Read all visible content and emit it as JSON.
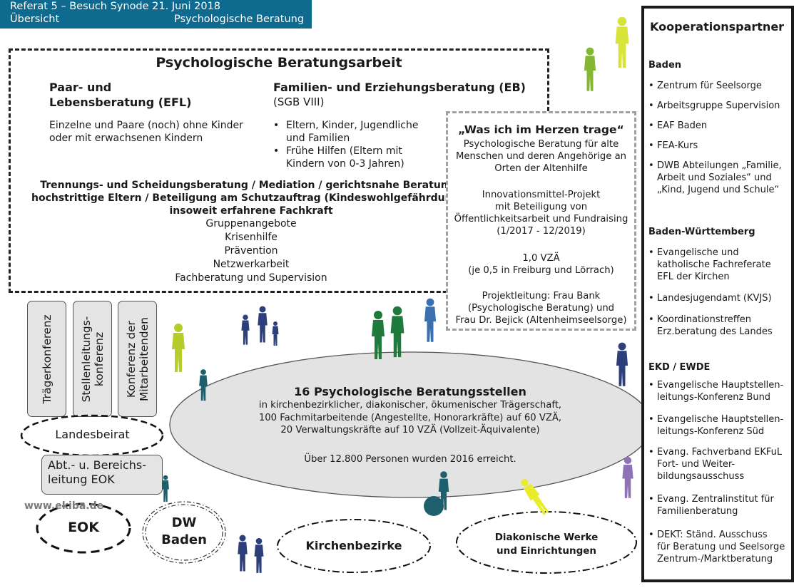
{
  "header": {
    "line1": "Referat 5 – Besuch Synode 21. Juni 2018",
    "left": "Übersicht",
    "right": "Psychologische Beratung"
  },
  "main": {
    "title": "Psychologische Beratungsarbeit",
    "efl": {
      "title_line1": "Paar- und",
      "title_line2": "Lebensberatung (EFL)",
      "desc_line1": "Einzelne und Paare (noch) ohne Kinder",
      "desc_line2": "oder mit erwachsenen Kindern"
    },
    "eb": {
      "title": "Familien- und Erziehungsberatung (EB)",
      "subtitle": "(SGB VIII)",
      "bullets": [
        {
          "l1": "Eltern, Kinder, Jugendliche",
          "l2": "und Familien"
        },
        {
          "l1": "Frühe Hilfen (Eltern mit",
          "l2": "Kindern von 0-3 Jahren)"
        }
      ]
    },
    "trennung": [
      "Trennungs- und Scheidungsberatung / Mediation / gerichtsnahe Beratung /",
      "hochstrittige Eltern / Beteiligung am Schutzauftrag (Kindeswohlgefährdung) /",
      "insoweit erfahrene Fachkraft"
    ],
    "angebote": [
      "Gruppenangebote",
      "Krisenhilfe",
      "Prävention",
      "Netzwerkarbeit",
      "Fachberatung und Supervision"
    ]
  },
  "herzen": {
    "title": "„Was ich im Herzen trage“",
    "desc": [
      "Psychologische Beratung für alte",
      "Menschen und deren Angehörige an",
      "Orten der Altenhilfe"
    ],
    "projekt": [
      "Innovationsmittel-Projekt",
      "mit Beteiligung von",
      "Öffentlichkeitsarbeit und Fundraising",
      "(1/2017 - 12/2019)"
    ],
    "vza": [
      "1,0 VZÄ",
      "(je 0,5 in Freiburg und Lörrach)"
    ],
    "leitung": [
      "Projektleitung: Frau Bank",
      "(Psychologische Beratung) und",
      "Frau Dr. Bejick (Altenheimseelsorge)"
    ]
  },
  "center": {
    "title": "16 Psychologische Beratungsstellen",
    "lines": [
      "in kirchenbezirklicher, diakonischer, ökumenischer Trägerschaft,",
      "100 Fachmitarbeitende (Angestellte, Honorarkräfte) auf 60 VZÄ,",
      "20 Verwaltungskräfte auf 10 VZÄ (Vollzeit-Äquivalente)"
    ],
    "reach": "Über 12.800 Personen wurden 2016 erreicht."
  },
  "boxes": {
    "traeger": "Trägerkonferenz",
    "stellen_l1": "Stellenleitungs-",
    "stellen_l2": "konferenz",
    "konf_l1": "Konferenz der",
    "konf_l2": "Mitarbeitenden",
    "landesbeirat": "Landesbeirat",
    "abt_l1": "Abt.- u. Bereichs-",
    "abt_l2": "leitung EOK"
  },
  "bottom": {
    "eok": "EOK",
    "dw_l1": "DW",
    "dw_l2": "Baden",
    "kirchenbezirke": "Kirchenbezirke",
    "diakon_l1": "Diakonische Werke",
    "diakon_l2": "und Einrichtungen"
  },
  "footer": "www.ekiba.de",
  "kooperation": {
    "title": "Kooperationspartner",
    "baden": "Baden",
    "baden_items": [
      [
        "Zentrum für Seelsorge"
      ],
      [
        "Arbeitsgruppe Supervision"
      ],
      [
        "EAF Baden"
      ],
      [
        "FEA-Kurs"
      ],
      [
        "DWB Abteilungen „Familie,",
        "Arbeit und Soziales“ und",
        "„Kind, Jugend und Schule“"
      ]
    ],
    "bw": "Baden-Württemberg",
    "bw_items": [
      [
        "Evangelische und",
        "katholische Fachreferate",
        "EFL der Kirchen"
      ],
      [
        "Landesjugendamt (KVJS)"
      ],
      [
        "Koordinationstreffen",
        "Erz.beratung des Landes"
      ]
    ],
    "ekd": "EKD / EWDE",
    "ekd_items": [
      [
        "Evangelische Hauptstellen-",
        "leitungs-Konferenz Bund"
      ],
      [
        "Evangelische Hauptstellen-",
        "leitungs-Konferenz Süd"
      ],
      [
        "Evang. Fachverband EKFuL",
        "Fort- und Weiter-",
        "bildungsausschuss"
      ],
      [
        "Evang.  Zentralinstitut für",
        "Familienberatung"
      ],
      [
        "DEKT: Ständ. Ausschuss",
        "für Beratung und Seelsorge",
        "Zentrum-/Marktberatung"
      ]
    ]
  },
  "colors": {
    "header_bg": "#0e6a8e",
    "ellipse_fill": "#e3e3e3",
    "figure_lime": "#b5cc2a",
    "figure_yellow": "#e8ec2a",
    "figure_green": "#1f7a3c",
    "figure_navy": "#2c3f7a",
    "figure_teal": "#1e5f6e",
    "figure_purple": "#8f72b5",
    "figure_blue": "#3a6fb0"
  }
}
